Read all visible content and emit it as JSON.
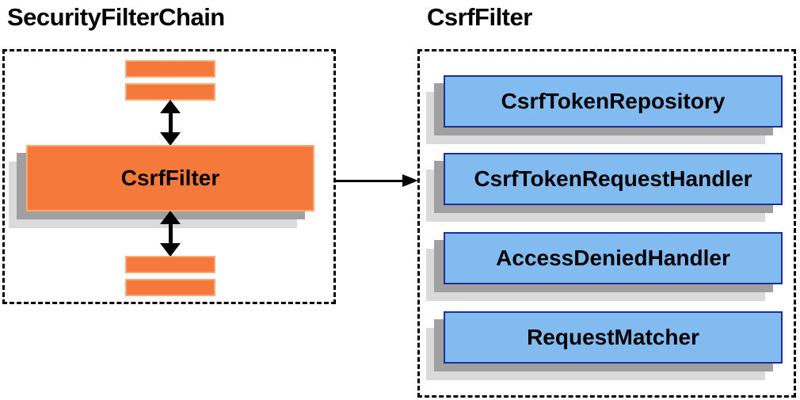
{
  "diagram": {
    "left_panel": {
      "title": "SecurityFilterChain",
      "filter_box_label": "CsrfFilter"
    },
    "right_panel": {
      "title": "CsrfFilter",
      "boxes": [
        {
          "label": "CsrfTokenRepository"
        },
        {
          "label": "CsrfTokenRequestHandler"
        },
        {
          "label": "AccessDeniedHandler"
        },
        {
          "label": "RequestMatcher"
        }
      ]
    },
    "icons": {
      "vertical_connector": "up-down-arrow",
      "flow_connector": "right-arrow"
    }
  },
  "colors": {
    "orange_fill": "#F4793B",
    "orange_border": "#F9A977",
    "blue_fill": "#82BBF0",
    "blue_border": "#1D3096",
    "shadow_mid": "#A0A0A0",
    "shadow_light": "#DADADA",
    "line": "#000000",
    "background": "#FFFFFF"
  }
}
